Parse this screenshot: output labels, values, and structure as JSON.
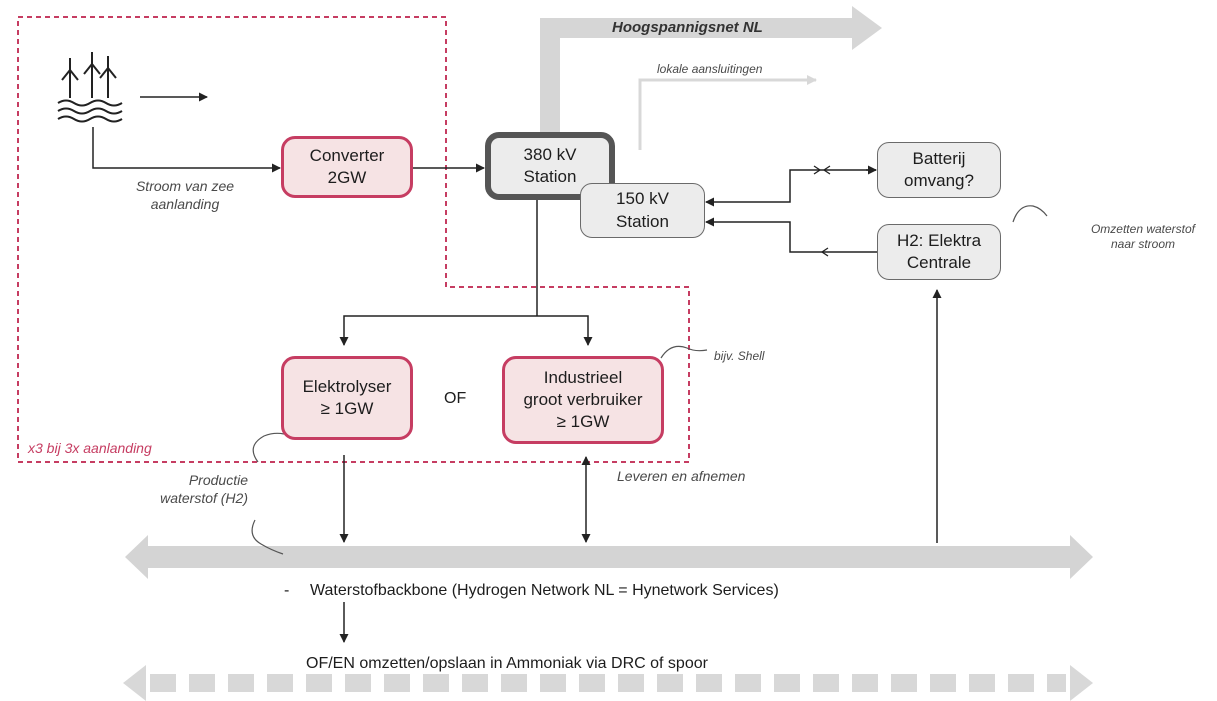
{
  "labels": {
    "hoogspanningsnet": "Hoogspannigsnet NL",
    "lokale": "lokale aansluitingen",
    "stroom_van_zee": "Stroom van zee\naanlanding",
    "omzetten_waterstof": "Omzetten waterstof\nnaar stroom",
    "bijv_shell": "bijv. Shell",
    "x3": "x3 bij 3x aanlanding",
    "productie": "Productie\nwaterstof (H2)",
    "leveren": "Leveren en afnemen",
    "of": "OF",
    "backbone": "Waterstofbackbone (Hydrogen Network NL = Hynetwork Services)",
    "backbone_dash": "-",
    "ammoniak": "OF/EN omzetten/opslaan in Ammoniak via DRC of spoor"
  },
  "boxes": {
    "converter": "Converter\n2GW",
    "station380": "380 kV\nStation",
    "station150": "150 kV\nStation",
    "batterij": "Batterij\nomvang?",
    "h2_centrale": "H2: Elektra\nCentrale",
    "elektrolyser": "Elektrolyser\n≥ 1GW",
    "industrieel": "Industrieel\ngroot verbruiker\n≥ 1GW"
  },
  "colors": {
    "accent": "#c63d62",
    "box_fill_pink": "#f6e3e4",
    "grey_arrow": "#d4d4d4",
    "dark_border": "#555555"
  }
}
